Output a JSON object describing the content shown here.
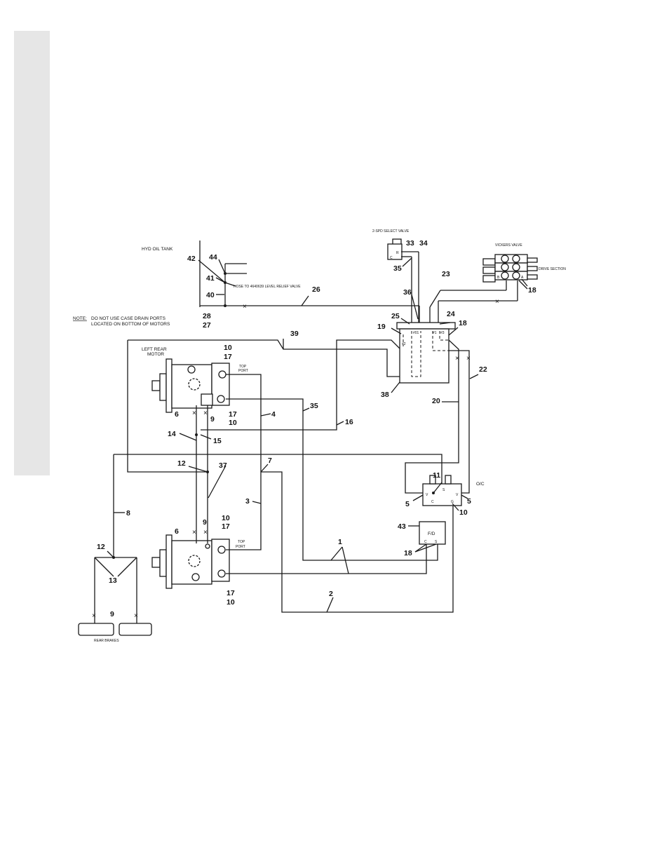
{
  "labels": {
    "hyd_oil_tank": "HYD OIL TANK",
    "hose_note": "HOSE TO 4640639 LEVEL RELIEF VALVE",
    "note_head": "NOTE:",
    "note_line1": "DO NOT USE CASE DRAIN PORTS",
    "note_line2": "LOCATED ON BOTTOM OF MOTORS",
    "two_spd": "2-SPD SELECT VALVE",
    "vickers": "VICKERS VALVE",
    "drive_section": "DRIVE SECTION",
    "left_rear_motor_1": "LEFT REAR",
    "left_rear_motor_2": "MOTOR",
    "top_port_1": "TOP",
    "top_port_2": "PORT",
    "oc": "O/C",
    "fd": "F/D",
    "rear_brakes": "REAR BRAKES",
    "port_01": "#01",
    "port_1": "#1",
    "port_2": "#2",
    "port_3": "#3",
    "port_b": "B",
    "port_a": "A",
    "port_v": "V",
    "port_c": "C",
    "port_s": "S",
    "port_g": "G",
    "port_r": "R"
  },
  "callouts": {
    "n1": "1",
    "n2": "2",
    "n3": "3",
    "n4": "4",
    "n5": "5",
    "n6": "6",
    "n7": "7",
    "n8": "8",
    "n9": "9",
    "n10": "10",
    "n11": "11",
    "n12": "12",
    "n13": "13",
    "n14": "14",
    "n15": "15",
    "n16": "16",
    "n17": "17",
    "n18": "18",
    "n19": "19",
    "n20": "20",
    "n22": "22",
    "n23": "23",
    "n24": "24",
    "n25": "25",
    "n26": "26",
    "n27": "27",
    "n28": "28",
    "n33": "33",
    "n34": "34",
    "n35": "35",
    "n36": "36",
    "n37": "37",
    "n38": "38",
    "n39": "39",
    "n40": "40",
    "n41": "41",
    "n42": "42",
    "n43": "43",
    "n44": "44"
  }
}
